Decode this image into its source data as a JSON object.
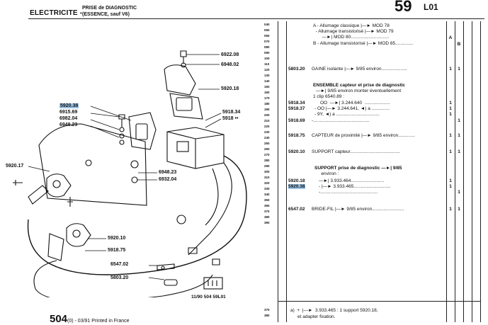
{
  "header": {
    "section": "ELECTRICITE -",
    "title_line1": "PRISE de DIAGNOSTIC",
    "title_line2": "(ESSENCE, sauf V6)",
    "page_number": "59",
    "page_code": "L01"
  },
  "diagram_refs": [
    {
      "id": "6922.08",
      "text": "6922.08"
    },
    {
      "id": "6948.02",
      "text": "6948.02"
    },
    {
      "id": "5920.18",
      "text": "5920.18"
    },
    {
      "id": "5918.34",
      "text": "5918.34"
    },
    {
      "id": "5918",
      "text": "5918 ••"
    },
    {
      "id": "5920.38",
      "text": "5920.38"
    },
    {
      "id": "6915.69",
      "text": "6915.69"
    },
    {
      "id": "6982.04",
      "text": "6982.04"
    },
    {
      "id": "6948.23a",
      "text": "6948.23"
    },
    {
      "id": "5920.17",
      "text": "5920.17"
    },
    {
      "id": "6948.23b",
      "text": "6948.23"
    },
    {
      "id": "6932.04",
      "text": "6932.04"
    },
    {
      "id": "5920.10",
      "text": "5920.10"
    },
    {
      "id": "5918.75",
      "text": "5918.75"
    },
    {
      "id": "6547.02",
      "text": "6547.02"
    },
    {
      "id": "5803.20",
      "text": "5803.20"
    }
  ],
  "drawing_code": "11/90  504  59L01",
  "ruler": [
    "040",
    "050",
    "060",
    "070",
    "080",
    "090",
    "100",
    "110",
    "120",
    "130",
    "140",
    "150",
    "160",
    "170",
    "180",
    "190",
    "200",
    "210",
    "220",
    "230",
    "240",
    "250",
    "260",
    "270",
    "280",
    "290",
    "300",
    "310",
    "320",
    "330",
    "340",
    "350",
    "360",
    "370",
    "380",
    "390"
  ],
  "ruler_bottom": [
    "370",
    "380"
  ],
  "col_headers": {
    "a": "A",
    "b": "B"
  },
  "rows": [
    {
      "id": "v1",
      "ref": "",
      "text": "A - Allumage classique |—► MOD 78",
      "bold": false,
      "qa": "",
      "qb": ""
    },
    {
      "id": "v2",
      "ref": "",
      "text": "  - Allumage transistorisé |—► MOD 79",
      "bold": false,
      "qa": "",
      "qb": ""
    },
    {
      "id": "v3",
      "ref": "",
      "text": "       —►| MOD 80..............................",
      "bold": false,
      "qa": "A",
      "qb": ""
    },
    {
      "id": "v4",
      "ref": "",
      "text": "B - Allumage transistorisé |—► MOD 85..............",
      "bold": false,
      "qa": "",
      "qb": "B"
    },
    {
      "id": "r1",
      "ref": "5803.20",
      "text": "GAINE isolante |—► 9/85 environ....................",
      "bold": false,
      "qa": "1",
      "qb": "1"
    },
    {
      "id": "r2",
      "ref": "",
      "text": "ENSEMBLE capteur et prise de diagnostic",
      "bold": true,
      "qa": "",
      "qb": ""
    },
    {
      "id": "r3",
      "ref": "",
      "text": "—►| 9/85 environ monter éventuellement",
      "bold": false,
      "qa": "",
      "qb": ""
    },
    {
      "id": "r4",
      "ref": "",
      "text": "1 clip 6540.89 :",
      "bold": false,
      "qa": "",
      "qb": ""
    },
    {
      "id": "r5",
      "ref": "5918.34",
      "text": "OO  —►| 3.244.640  ....................",
      "bold": false,
      "qa": "1",
      "qb": ""
    },
    {
      "id": "r6",
      "ref": "5918.37",
      "text": "- OO |—► 3.244.641, ◄) a ..............",
      "bold": false,
      "qa": "1",
      "qb": ""
    },
    {
      "id": "r7",
      "ref": "",
      "text": "- 9Y, ◄) a ..................................",
      "bold": false,
      "qa": "1",
      "qb": ""
    },
    {
      "id": "r8",
      "ref": "5918.69",
      "text": "-............................................",
      "bold": false,
      "qa": "",
      "qb": "1"
    },
    {
      "id": "r9",
      "ref": "5918.75",
      "text": "CAPTEUR de proximité |—► 9/85 environ.............",
      "bold": false,
      "qa": "1",
      "qb": "1"
    },
    {
      "id": "r10",
      "ref": "5920.10",
      "text": "SUPPORT capteur.......................................",
      "bold": false,
      "qa": "1",
      "qb": "1"
    },
    {
      "id": "r11",
      "ref": "",
      "text": "SUPPORT prise de diagnostic —►| 9/85",
      "bold": true,
      "qa": "",
      "qb": ""
    },
    {
      "id": "r12",
      "ref": "",
      "text": "   environ :",
      "bold": false,
      "qa": "",
      "qb": ""
    },
    {
      "id": "r13",
      "ref": "5920.18",
      "text": "—►| 3.933.464..........................",
      "bold": false,
      "qa": "1",
      "qb": ""
    },
    {
      "id": "r14",
      "ref": "5920.38",
      "text": "- |—► 3.933.465.............................",
      "bold": false,
      "qa": "1",
      "qb": ""
    },
    {
      "id": "r15",
      "ref": "",
      "text": "-.............................................",
      "bold": false,
      "qa": "",
      "qb": "1"
    },
    {
      "id": "r16",
      "ref": "6547.02",
      "text": "BRIDE-FIL |—► 9/85 environ.........................",
      "bold": false,
      "qa": "1",
      "qb": "1"
    }
  ],
  "footnote": {
    "line1": "a)  +  |—►  3.933.465 : 1 support 5920.18,",
    "line2": "et adapter fixation."
  },
  "footer": {
    "big": "504",
    "rest": "(0) - 03/91 Printed in France"
  },
  "colors": {
    "highlight": "#9dc3e6",
    "ink": "#111111"
  }
}
